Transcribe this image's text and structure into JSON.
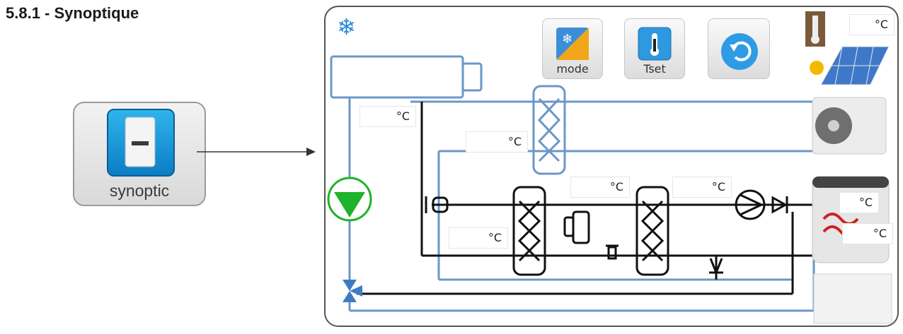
{
  "page": {
    "title": "5.8.1 - Synoptique"
  },
  "app_tile": {
    "label": "synoptic",
    "icon": "heat-pump-unit-icon"
  },
  "synoptic": {
    "mode_icon": "snowflake-icon",
    "snowflake_glyph": "❄",
    "buttons": {
      "mode": {
        "label": "mode",
        "icon": "mode-icon"
      },
      "tset": {
        "label": "Tset",
        "icon": "thermometer-icon"
      },
      "back": {
        "label": "",
        "icon": "back-arrow-icon"
      }
    },
    "temperatures": {
      "outdoor": "°C",
      "supply_top": "°C",
      "exchanger_top": "°C",
      "water_inlet": "°C",
      "refrigerant_mid": "°C",
      "refrigerant_right": "°C",
      "tank_top": "°C",
      "tank_bottom": "°C"
    },
    "colors": {
      "water_line": "#6b97c9",
      "refrigerant_line": "#111111",
      "pump_green": "#1db32a",
      "valve_blue": "#3e7bc6"
    }
  }
}
